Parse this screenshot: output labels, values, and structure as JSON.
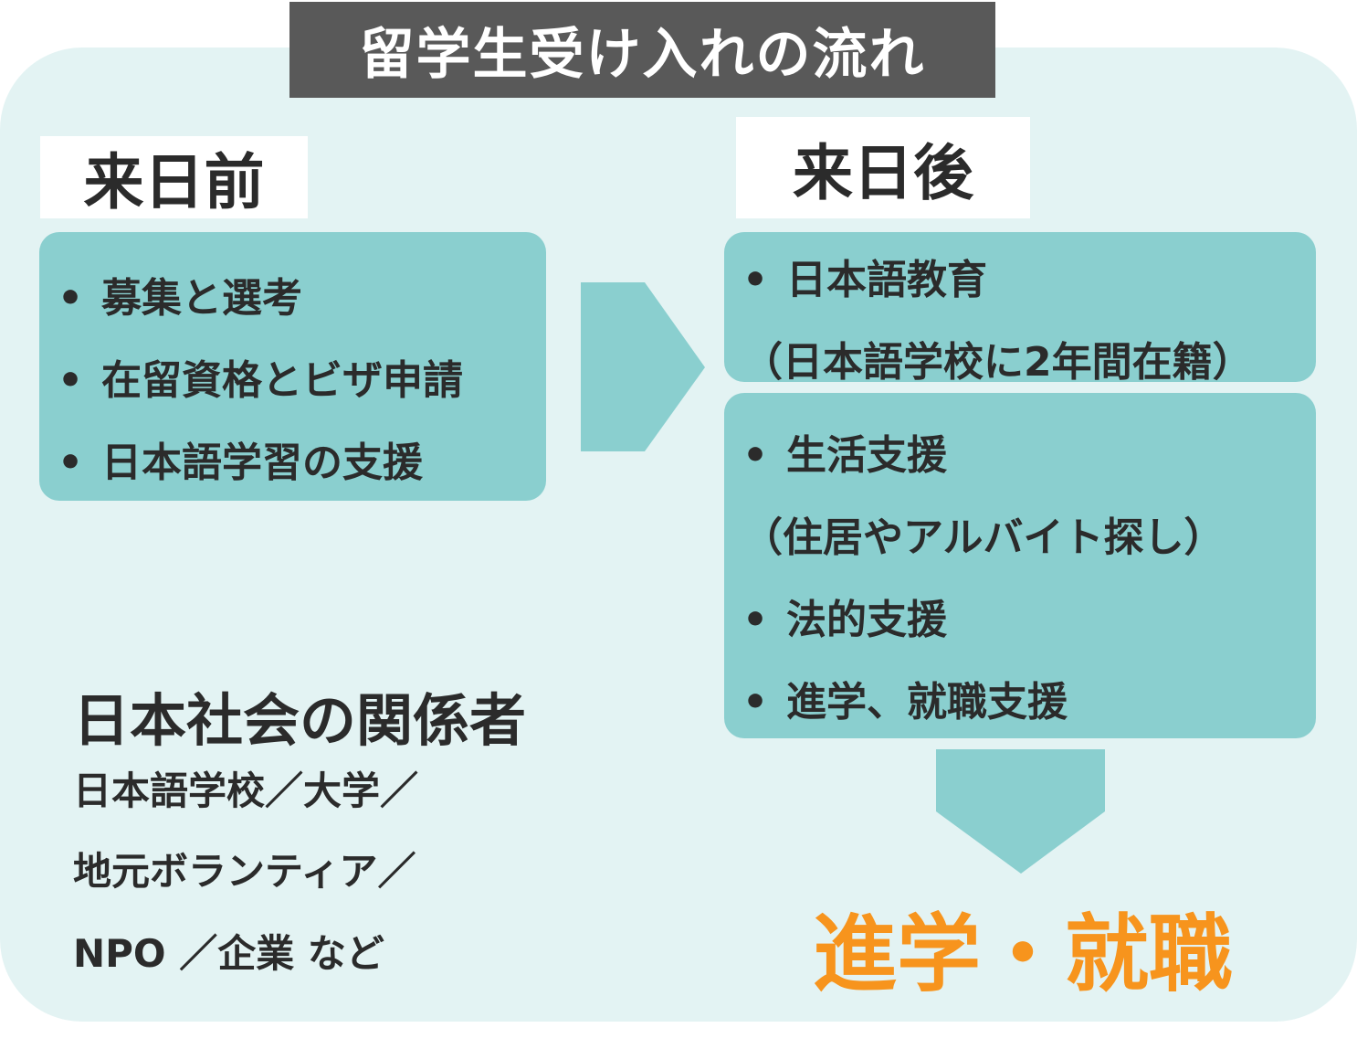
{
  "title": "留学生受け入れの流れ",
  "before": {
    "label": "来日前",
    "items": [
      "募集と選考",
      "在留資格とビザ申請",
      "日本語学習の支援"
    ]
  },
  "after": {
    "label": "来日後",
    "box1": {
      "item": "日本語教育",
      "note": "（日本語学校に2年間在籍）"
    },
    "box2": {
      "item1": "生活支援",
      "note1": "（住居やアルバイト探し）",
      "item2": "法的支援",
      "item3": "進学、就職支援"
    }
  },
  "bullet": "•",
  "goal": "進学・就職",
  "stakeholders": {
    "heading": "日本社会の関係者",
    "lines": [
      "日本語学校／大学／",
      "地元ボランティア／",
      "NPO ／企業 など"
    ]
  },
  "colors": {
    "panel": "#e3f3f3",
    "box": "#8acfcf",
    "title_bg": "#595959",
    "goal": "#f7941d"
  }
}
